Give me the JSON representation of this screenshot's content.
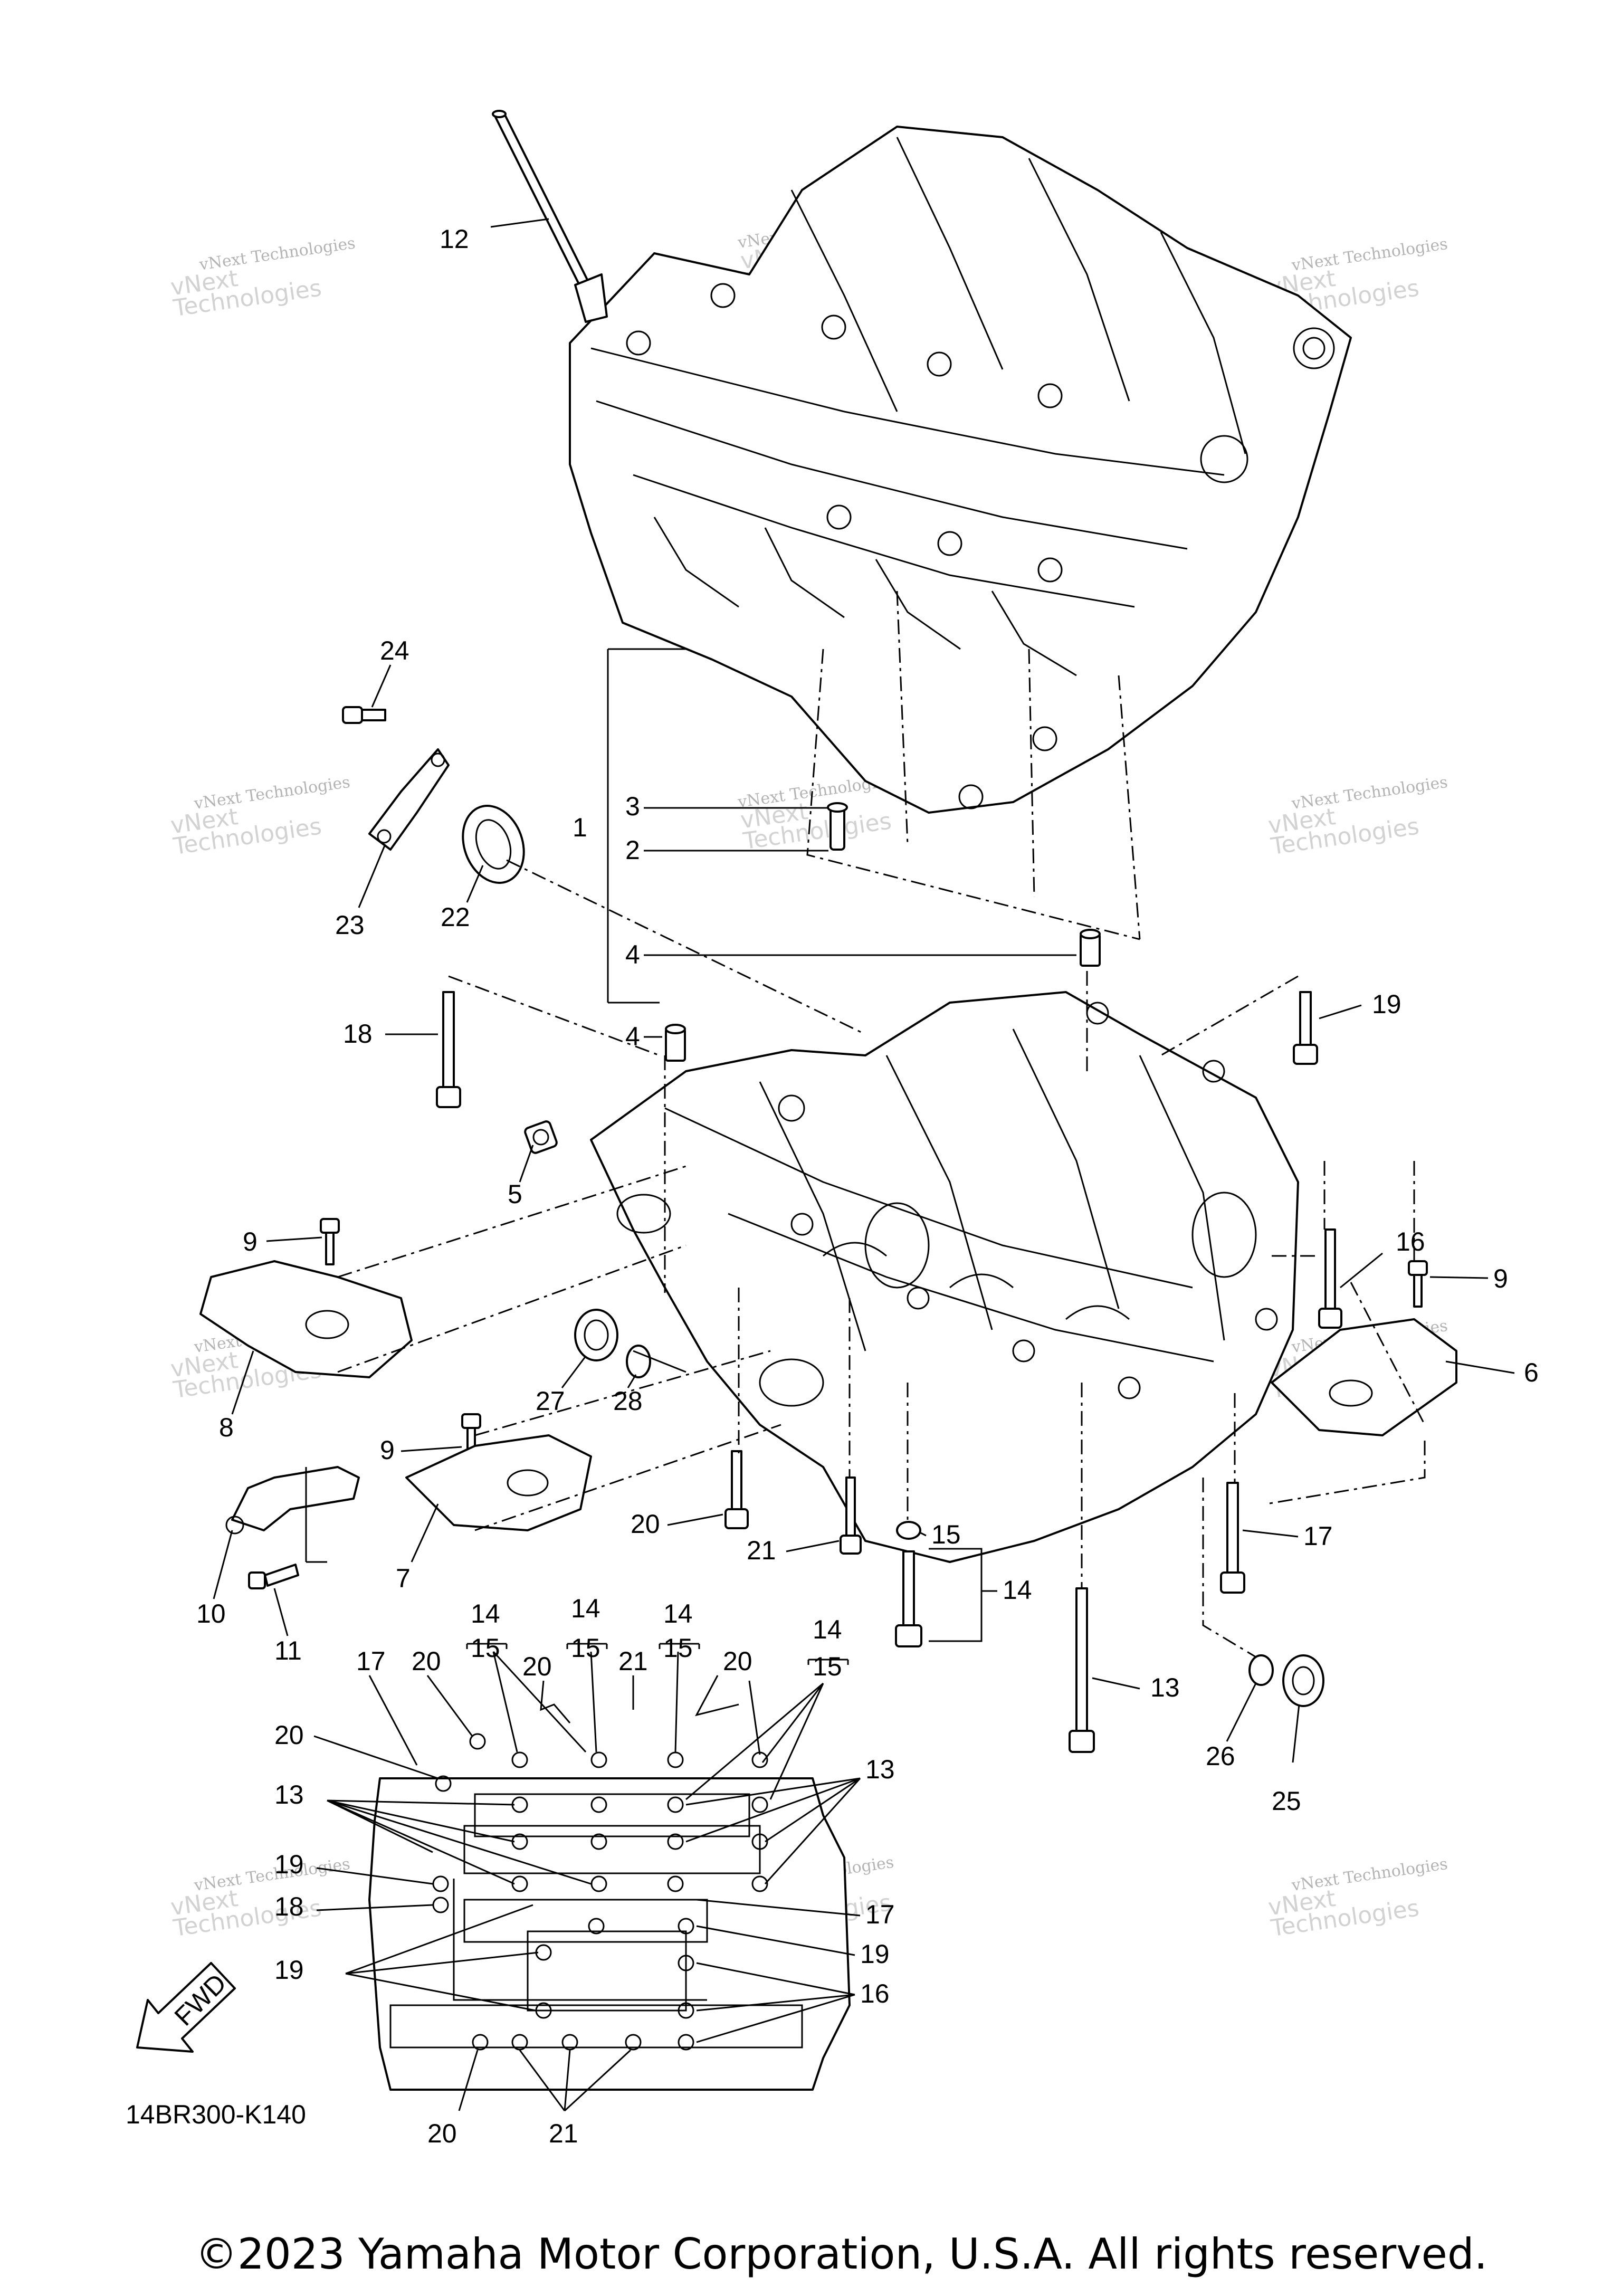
{
  "callouts": {
    "c1": "1",
    "c2": "2",
    "c3": "3",
    "c4a": "4",
    "c4b": "4",
    "c5": "5",
    "c6": "6",
    "c7": "7",
    "c8": "8",
    "c9a": "9",
    "c9b": "9",
    "c9c": "9",
    "c10": "10",
    "c11": "11",
    "c12": "12",
    "c13": "13",
    "c14": "14",
    "c15": "15",
    "c16": "16",
    "c17": "17",
    "c18": "18",
    "c19": "19",
    "c20": "20",
    "c21": "21",
    "c22": "22",
    "c23": "23",
    "c24": "24",
    "c25": "25",
    "c26": "26",
    "c27": "27",
    "c28": "28"
  },
  "bottom_view": {
    "top_row": [
      "17",
      "20",
      "14",
      "15",
      "20",
      "14",
      "15",
      "21",
      "14",
      "15",
      "20",
      "14",
      "15"
    ],
    "left_13": "13",
    "right_13": "13",
    "left_20": "20",
    "left_19a": "19",
    "left_18": "18",
    "left_19b": "19",
    "right_17": "17",
    "right_19": "19",
    "right_16": "16",
    "bottom_20": "20",
    "bottom_21": "21"
  },
  "watermark": {
    "line1": "vNext Technologies",
    "line2": "Technologies",
    "brand": "vNext"
  },
  "fwd_label": "FWD",
  "diagram_code": "14BR300-K140",
  "copyright": "©2023 Yamaha Motor Corporation, U.S.A. All rights reserved."
}
